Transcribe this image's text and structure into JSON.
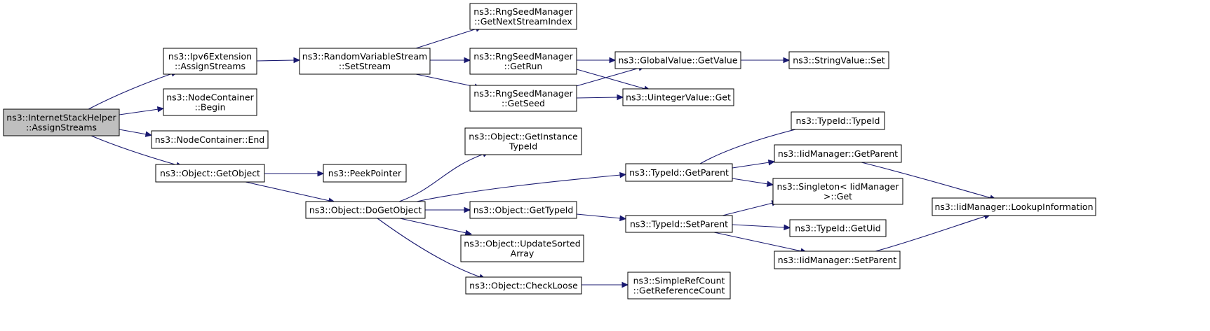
{
  "nodes": [
    {
      "id": "n0",
      "lines": [
        "ns3::InternetStackHelper",
        "::AssignStreams"
      ],
      "root": true
    },
    {
      "id": "n1",
      "lines": [
        "ns3::Ipv6Extension",
        "::AssignStreams"
      ]
    },
    {
      "id": "n2",
      "lines": [
        "ns3::NodeContainer",
        "::Begin"
      ]
    },
    {
      "id": "n3",
      "lines": [
        "ns3::NodeContainer::End"
      ]
    },
    {
      "id": "n4",
      "lines": [
        "ns3::Object::GetObject"
      ]
    },
    {
      "id": "n5",
      "lines": [
        "ns3::RandomVariableStream",
        "::SetStream"
      ]
    },
    {
      "id": "n6",
      "lines": [
        "ns3::PeekPointer"
      ]
    },
    {
      "id": "n7",
      "lines": [
        "ns3::Object::DoGetObject"
      ]
    },
    {
      "id": "n8",
      "lines": [
        "ns3::RngSeedManager",
        "::GetNextStreamIndex"
      ]
    },
    {
      "id": "n9",
      "lines": [
        "ns3::RngSeedManager",
        "::GetRun"
      ]
    },
    {
      "id": "n10",
      "lines": [
        "ns3::RngSeedManager",
        "::GetSeed"
      ]
    },
    {
      "id": "n11",
      "lines": [
        "ns3::Object::GetInstance",
        "TypeId"
      ]
    },
    {
      "id": "n12",
      "lines": [
        "ns3::Object::GetTypeId"
      ]
    },
    {
      "id": "n13",
      "lines": [
        "ns3::Object::UpdateSorted",
        "Array"
      ]
    },
    {
      "id": "n14",
      "lines": [
        "ns3::Object::CheckLoose"
      ]
    },
    {
      "id": "n15",
      "lines": [
        "ns3::GlobalValue::GetValue"
      ]
    },
    {
      "id": "n16",
      "lines": [
        "ns3::UintegerValue::Get"
      ]
    },
    {
      "id": "n17",
      "lines": [
        "ns3::TypeId::GetParent"
      ]
    },
    {
      "id": "n18",
      "lines": [
        "ns3::TypeId::SetParent"
      ]
    },
    {
      "id": "n19",
      "lines": [
        "ns3::SimpleRefCount",
        "::GetReferenceCount"
      ]
    },
    {
      "id": "n20",
      "lines": [
        "ns3::StringValue::Set"
      ]
    },
    {
      "id": "n21",
      "lines": [
        "ns3::TypeId::TypeId"
      ]
    },
    {
      "id": "n22",
      "lines": [
        "ns3::IidManager::GetParent"
      ]
    },
    {
      "id": "n23",
      "lines": [
        "ns3::Singleton< IidManager",
        ">::Get"
      ]
    },
    {
      "id": "n24",
      "lines": [
        "ns3::TypeId::GetUid"
      ]
    },
    {
      "id": "n25",
      "lines": [
        "ns3::IidManager::SetParent"
      ]
    },
    {
      "id": "n26",
      "lines": [
        "ns3::IidManager::LookupInformation"
      ]
    }
  ],
  "edges": [
    [
      "n0",
      "n1"
    ],
    [
      "n0",
      "n2"
    ],
    [
      "n0",
      "n3"
    ],
    [
      "n0",
      "n4"
    ],
    [
      "n1",
      "n5"
    ],
    [
      "n4",
      "n6"
    ],
    [
      "n4",
      "n7"
    ],
    [
      "n5",
      "n8"
    ],
    [
      "n5",
      "n9"
    ],
    [
      "n5",
      "n10"
    ],
    [
      "n9",
      "n15"
    ],
    [
      "n9",
      "n16"
    ],
    [
      "n10",
      "n15"
    ],
    [
      "n10",
      "n16"
    ],
    [
      "n15",
      "n20"
    ],
    [
      "n7",
      "n11"
    ],
    [
      "n7",
      "n17"
    ],
    [
      "n7",
      "n12"
    ],
    [
      "n7",
      "n13"
    ],
    [
      "n7",
      "n14"
    ],
    [
      "n12",
      "n18"
    ],
    [
      "n14",
      "n19"
    ],
    [
      "n17",
      "n21"
    ],
    [
      "n17",
      "n22"
    ],
    [
      "n17",
      "n23"
    ],
    [
      "n18",
      "n23"
    ],
    [
      "n18",
      "n24"
    ],
    [
      "n18",
      "n25"
    ],
    [
      "n22",
      "n26"
    ],
    [
      "n25",
      "n26"
    ]
  ]
}
